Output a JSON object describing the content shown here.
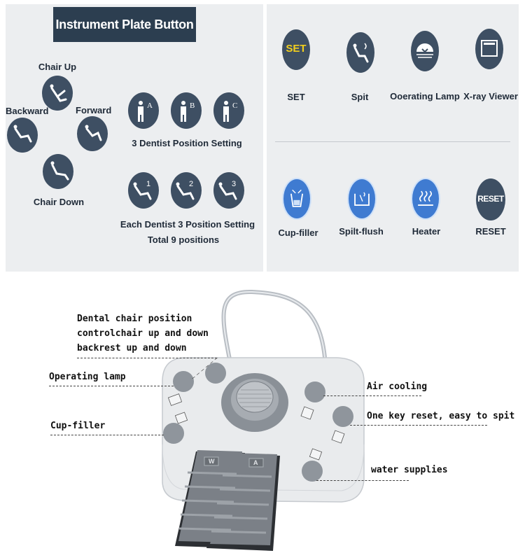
{
  "left_panel": {
    "title": "Instrument Plate Button",
    "chair_up": "Chair Up",
    "backward": "Backward",
    "forward": "Forward",
    "chair_down": "Chair Down",
    "dentist_letters": [
      "A",
      "B",
      "C"
    ],
    "dentist_caption": "3 Dentist Position Setting",
    "position_numbers": [
      "1",
      "2",
      "3"
    ],
    "position_caption_1": "Each Dentist 3 Position Setting",
    "position_caption_2": "Total 9 positions"
  },
  "right_panel": {
    "top_row": [
      {
        "label": "SET",
        "icon": "set-icon",
        "text": "SET"
      },
      {
        "label": "Spit",
        "icon": "spit-icon"
      },
      {
        "label": "Ooerating Lamp",
        "icon": "operating-lamp-icon"
      },
      {
        "label": "X-ray Viewer",
        "icon": "xray-viewer-icon"
      }
    ],
    "bottom_row": [
      {
        "label": "Cup-filler",
        "icon": "cup-filler-icon"
      },
      {
        "label": "Spilt-flush",
        "icon": "spit-flush-icon"
      },
      {
        "label": "Heater",
        "icon": "heater-icon"
      },
      {
        "label": "RESET",
        "icon": "reset-icon",
        "text": "RESET"
      }
    ],
    "colors": {
      "dark_button": "#3e4f63",
      "blue_button": "#3f7bd1"
    }
  },
  "foot_control": {
    "annotations": {
      "chair_position_1": "Dental chair position",
      "chair_position_2": "controlchair up and down",
      "chair_position_3": "backrest up and down",
      "operating_lamp": "Operating lamp",
      "cup_filler": "Cup-filler",
      "air_cooling": "Air cooling",
      "reset_spit": "One key reset, easy to spit",
      "water_supplies": "water supplies"
    },
    "pedal_letters": [
      "W",
      "A"
    ]
  }
}
